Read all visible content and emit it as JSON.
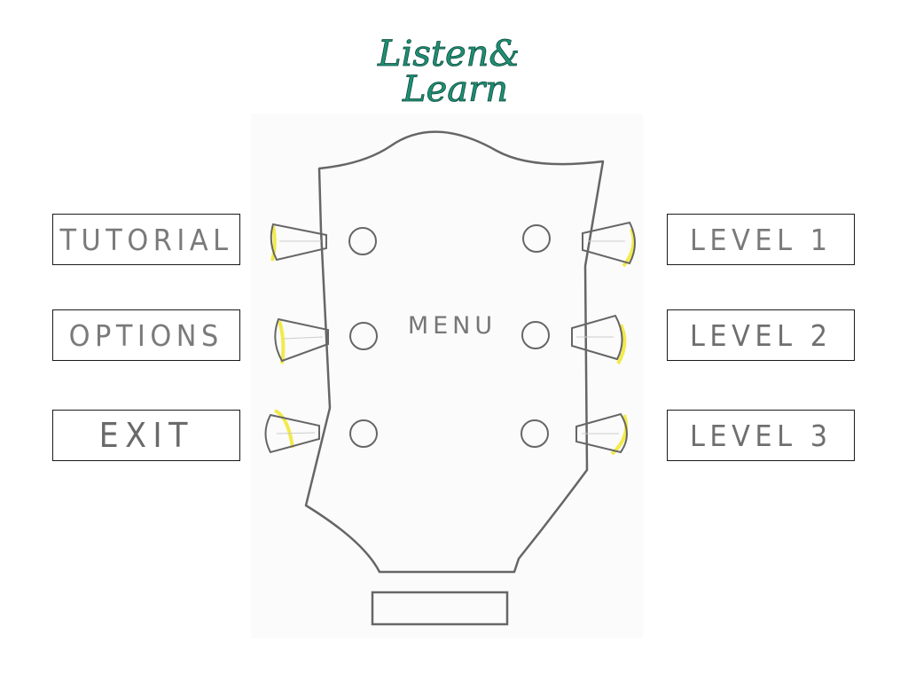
{
  "logo": {
    "line1": "Listen&",
    "line2": "Learn"
  },
  "headstock": {
    "label": "MENU"
  },
  "menu_left": [
    {
      "id": "tutorial",
      "label": "TUTORIAL"
    },
    {
      "id": "options",
      "label": "OPTIONS"
    },
    {
      "id": "exit",
      "label": "EXIT"
    }
  ],
  "menu_right": [
    {
      "id": "level1",
      "label": "LEVEL 1"
    },
    {
      "id": "level2",
      "label": "LEVEL 2"
    },
    {
      "id": "level3",
      "label": "LEVEL 3"
    }
  ],
  "colors": {
    "pencil": "#7a7a7a",
    "logo_green": "#1f8f74",
    "tuner_highlight": "#f2ea4a"
  }
}
